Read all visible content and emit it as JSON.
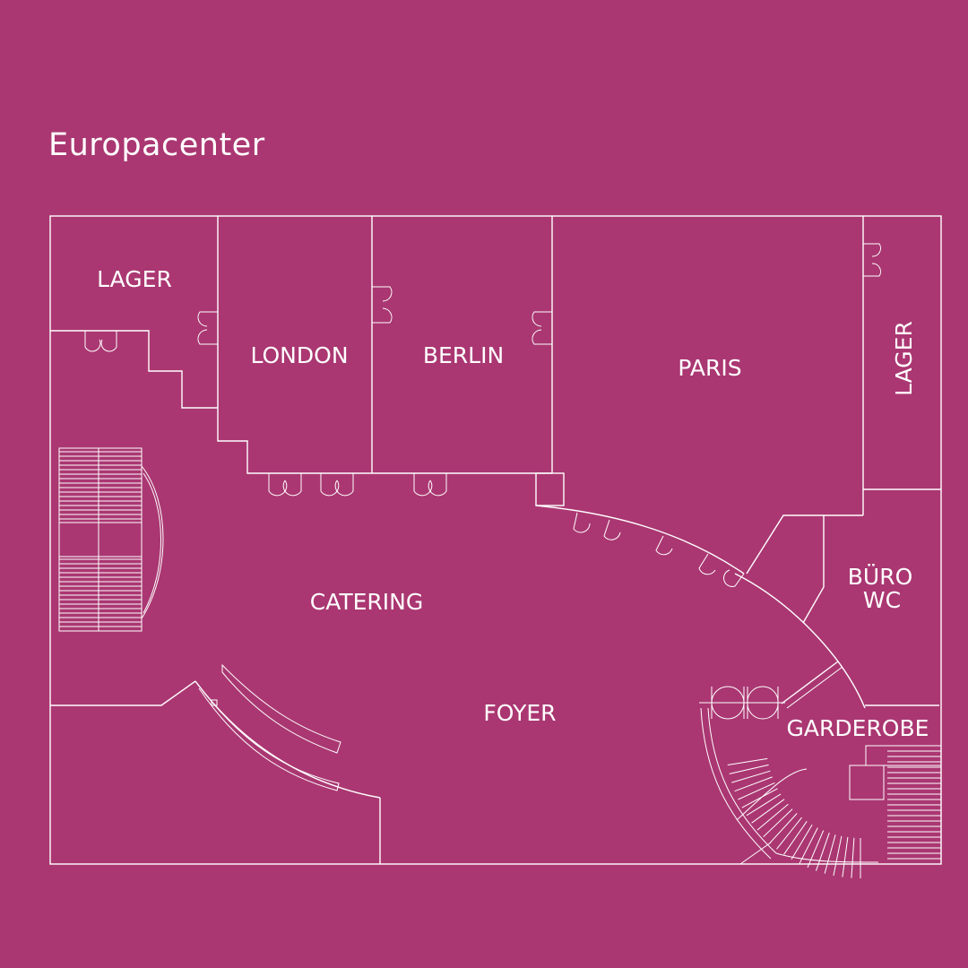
{
  "title": "Europacenter",
  "colors": {
    "background": "#aa3772",
    "lines": "#ffffff"
  },
  "rooms": {
    "lager_left": "LAGER",
    "london": "LONDON",
    "berlin": "BERLIN",
    "paris": "PARIS",
    "lager_right": "LAGER",
    "catering": "CATERING",
    "foyer": "FOYER",
    "buero": "BÜRO",
    "wc": "WC",
    "garderobe": "GARDEROBE"
  }
}
